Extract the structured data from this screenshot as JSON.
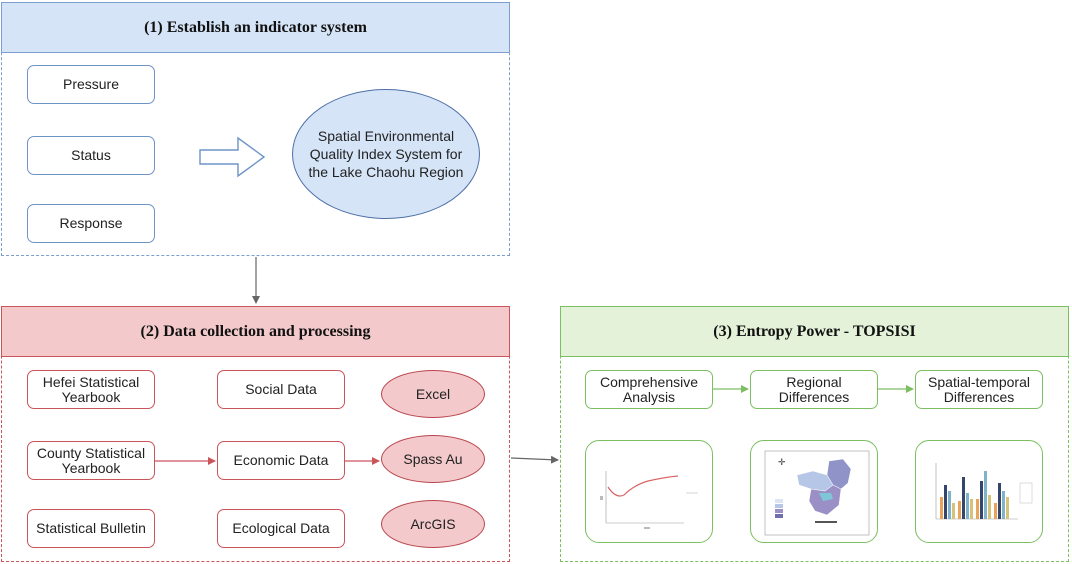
{
  "sections": {
    "s1": {
      "title": "(1) Establish an indicator system",
      "items": [
        "Pressure",
        "Status",
        "Response"
      ],
      "result": "Spatial Environmental Quality Index System for the Lake Chaohu Region"
    },
    "s2": {
      "title": "(2) Data collection and processing",
      "sources": [
        "Hefei  Statistical Yearbook",
        "County Statistical Yearbook",
        "Statistical Bulletin"
      ],
      "data_types": [
        "Social Data",
        "Economic Data",
        "Ecological Data"
      ],
      "tools": [
        "Excel",
        "Spass Au",
        "ArcGIS"
      ]
    },
    "s3": {
      "title": "(3) Entropy Power - TOPSISI",
      "steps": [
        "Comprehensive Analysis",
        "Regional Differences",
        "Spatial-temporal Differences"
      ]
    }
  },
  "colors": {
    "blue_fill": "#d5e4f7",
    "blue_border": "#7d9fcf",
    "red_fill": "#f3c9cb",
    "red_border": "#c9545a",
    "green_fill": "#e3f2d8",
    "green_border": "#7cbf63",
    "arrow_gray": "#666666"
  }
}
